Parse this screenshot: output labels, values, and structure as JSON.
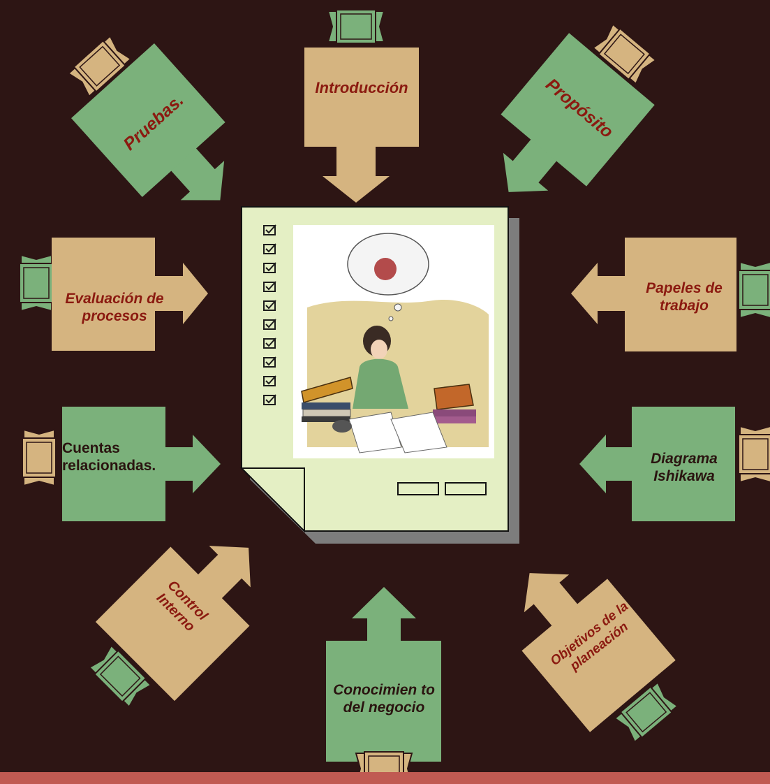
{
  "center": {
    "checklist_icon_name": "checkbox-checked-icon",
    "checklist_count": 10,
    "illustration_icon_name": "student-studying-illustration"
  },
  "nodes": {
    "introduccion": "Introducción",
    "proposito": "Propósito",
    "pruebas": "Pruebas.",
    "evaluacion": "Evaluación de procesos",
    "papeles": "Papeles de trabajo",
    "cuentas": "Cuentas relacionadas.",
    "diagrama": "Diagrama Ishikawa",
    "control": "Control Interno",
    "conocimiento": "Conocimien to del negocio",
    "objetivos": "Objetivos de la planeación"
  },
  "colors": {
    "background": "#2d1514",
    "tan": "#d5b480",
    "green": "#7bb17b",
    "label_red": "#8b1a10",
    "label_dark": "#2a1410",
    "document": "#e4efc4",
    "footer": "#c05a52"
  }
}
